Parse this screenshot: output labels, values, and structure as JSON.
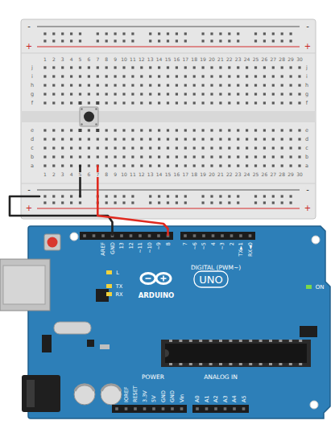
{
  "diagram": {
    "labels": [
      "-",
      "-",
      "+",
      "+",
      "1",
      "2",
      "3",
      "4",
      "5",
      "6",
      "7",
      "8",
      "9",
      "10",
      "11",
      "12",
      "13",
      "14",
      "15",
      "16",
      "17",
      "18",
      "19",
      "20",
      "21",
      "22",
      "23",
      "24",
      "25",
      "26",
      "27",
      "28",
      "29",
      "30",
      "j",
      "i",
      "h",
      "g",
      "f",
      "j",
      "i",
      "h",
      "g",
      "f",
      "e",
      "d",
      "c",
      "b",
      "a",
      "e",
      "d",
      "c",
      "b",
      "a",
      "1",
      "2",
      "3",
      "4",
      "5",
      "6",
      "7",
      "8",
      "9",
      "10",
      "11",
      "12",
      "13",
      "14",
      "15",
      "16",
      "17",
      "18",
      "19",
      "20",
      "21",
      "22",
      "23",
      "24",
      "25",
      "26",
      "27",
      "28",
      "29",
      "30",
      "-",
      "-",
      "+",
      "+",
      "AREF",
      "GND",
      "13",
      "12",
      "~11",
      "~10",
      "~9",
      "8",
      "7",
      "~6",
      "~5",
      "4",
      "~3",
      "2",
      "TX►1",
      "RX◄0",
      "DIGITAL (PWM~)",
      "L",
      "TX",
      "RX",
      "ARDUINO",
      "UNO",
      "ON",
      "POWER",
      "ANALOG IN",
      "IOREF",
      "RESET",
      "3.3V",
      "5V",
      "GND",
      "GND",
      "Vin",
      "A0",
      "A1",
      "A2",
      "A3",
      "A4",
      "A5"
    ]
  }
}
